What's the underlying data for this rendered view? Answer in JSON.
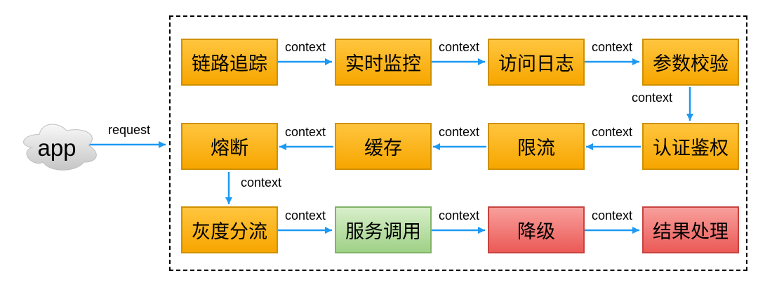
{
  "client": {
    "label": "app"
  },
  "nodes": [
    {
      "id": "trace",
      "label": "链路追踪",
      "type": "orange"
    },
    {
      "id": "monitor",
      "label": "实时监控",
      "type": "orange"
    },
    {
      "id": "access-log",
      "label": "访问日志",
      "type": "orange"
    },
    {
      "id": "param-validate",
      "label": "参数校验",
      "type": "orange"
    },
    {
      "id": "auth",
      "label": "认证鉴权",
      "type": "orange"
    },
    {
      "id": "rate-limit",
      "label": "限流",
      "type": "orange"
    },
    {
      "id": "cache",
      "label": "缓存",
      "type": "orange"
    },
    {
      "id": "circuit-break",
      "label": "熔断",
      "type": "orange"
    },
    {
      "id": "gray-release",
      "label": "灰度分流",
      "type": "orange"
    },
    {
      "id": "service-invoke",
      "label": "服务调用",
      "type": "green"
    },
    {
      "id": "degrade",
      "label": "降级",
      "type": "red"
    },
    {
      "id": "result-handle",
      "label": "结果处理",
      "type": "red"
    }
  ],
  "edges": [
    {
      "from": "app",
      "to": "gateway",
      "label": "request"
    },
    {
      "from": "trace",
      "to": "monitor",
      "label": "context"
    },
    {
      "from": "monitor",
      "to": "access-log",
      "label": "context"
    },
    {
      "from": "access-log",
      "to": "param-validate",
      "label": "context"
    },
    {
      "from": "param-validate",
      "to": "auth",
      "label": "context"
    },
    {
      "from": "auth",
      "to": "rate-limit",
      "label": "context"
    },
    {
      "from": "rate-limit",
      "to": "cache",
      "label": "context"
    },
    {
      "from": "cache",
      "to": "circuit-break",
      "label": "context"
    },
    {
      "from": "circuit-break",
      "to": "gray-release",
      "label": "context"
    },
    {
      "from": "gray-release",
      "to": "service-invoke",
      "label": "context"
    },
    {
      "from": "service-invoke",
      "to": "degrade",
      "label": "context"
    },
    {
      "from": "degrade",
      "to": "result-handle",
      "label": "context"
    }
  ],
  "colors": {
    "arrow-color": "#1c99f4",
    "orange-top": "#ffc53e",
    "orange-bottom": "#f7a600",
    "orange-border": "#cf9000",
    "green-top": "#d8efca",
    "green-bottom": "#9fd186",
    "green-border": "#82b366",
    "red-top": "#f89f9c",
    "red-bottom": "#eb5a56",
    "red-border": "#c7433f"
  }
}
